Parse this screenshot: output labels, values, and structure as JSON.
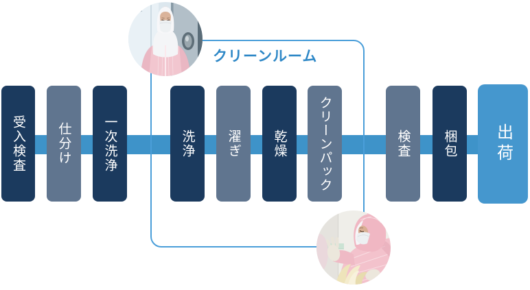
{
  "diagram": {
    "name": "cleaning-process-flow",
    "steps": [
      {
        "label": "受入検査",
        "variant": "dark"
      },
      {
        "label": "仕分け",
        "variant": "gray"
      },
      {
        "label": "一次洗浄",
        "variant": "dark"
      },
      {
        "label": "洗浄",
        "variant": "dark"
      },
      {
        "label": "濯ぎ",
        "variant": "gray"
      },
      {
        "label": "乾燥",
        "variant": "dark"
      },
      {
        "label": "クリーンパック",
        "variant": "gray"
      },
      {
        "label": "検査",
        "variant": "gray"
      },
      {
        "label": "梱包",
        "variant": "dark"
      },
      {
        "label": "出荷",
        "variant": "accent"
      }
    ],
    "cleanroom": {
      "label": "クリーンルーム"
    },
    "photos": {
      "top": "cleanroom-worker-airshower-photo",
      "bottom": "cleanroom-worker-glove-inspection-photo"
    },
    "colors": {
      "dark": "#1b3a5e",
      "gray": "#60758f",
      "accent": "#4597ce",
      "band": "#3e93c9",
      "zone_line": "#4a9ed9",
      "zone_label": "#2d87c6",
      "text": "#ffffff"
    }
  }
}
